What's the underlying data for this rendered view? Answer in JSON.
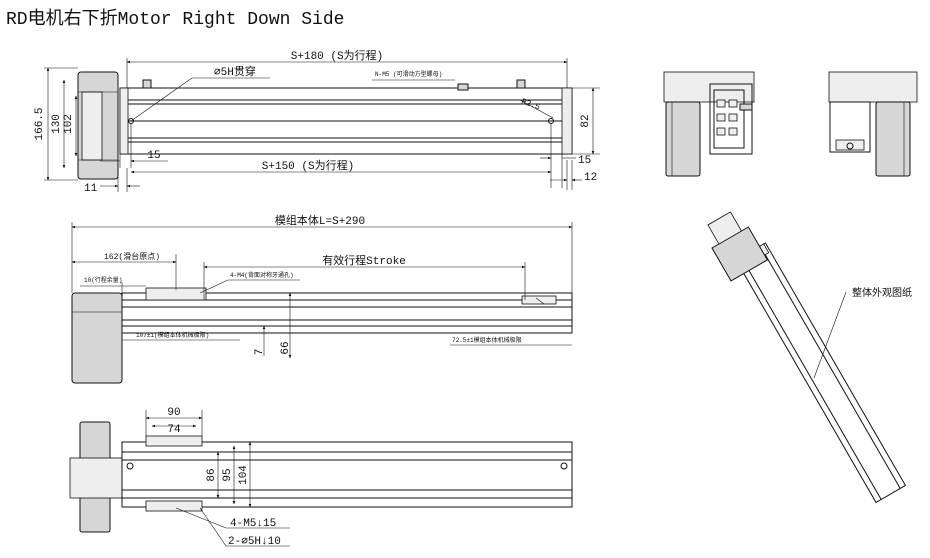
{
  "title": "RD电机右下折Motor Right Down Side",
  "top_view": {
    "dim_total": "S+180 (S为行程)",
    "dim_stroke": "S+150 (S为行程)",
    "hole_label": "∅5H贯穿",
    "slot_label": "N-M5 (可滑动方型螺母)",
    "radius_label": "R2.5",
    "dim_166": "166.5",
    "dim_130": "130",
    "dim_102": "102",
    "dim_82": "82",
    "dim_15_left": "15",
    "dim_15_right": "15",
    "dim_11": "11",
    "dim_12": "12"
  },
  "side_view": {
    "dim_module_length": "模组本体L=S+290",
    "dim_162": "162(滑台原点)",
    "dim_10": "10(行程余量)",
    "effective_stroke": "有效行程Stroke",
    "m4_label": "4-M4(背面对称牙通孔)",
    "dim_107": "107±1(模组本体机械极限)",
    "dim_72": "72.5±1模组本体机械极限",
    "dim_7": "7",
    "dim_66": "66"
  },
  "bottom_view": {
    "dim_90": "90",
    "dim_74": "74",
    "dim_86": "86",
    "dim_95": "95",
    "dim_104": "104",
    "m5_label": "4-M5↓15",
    "hole5_label": "2-∅5H↓10"
  },
  "iso_label": "整体外观图纸"
}
